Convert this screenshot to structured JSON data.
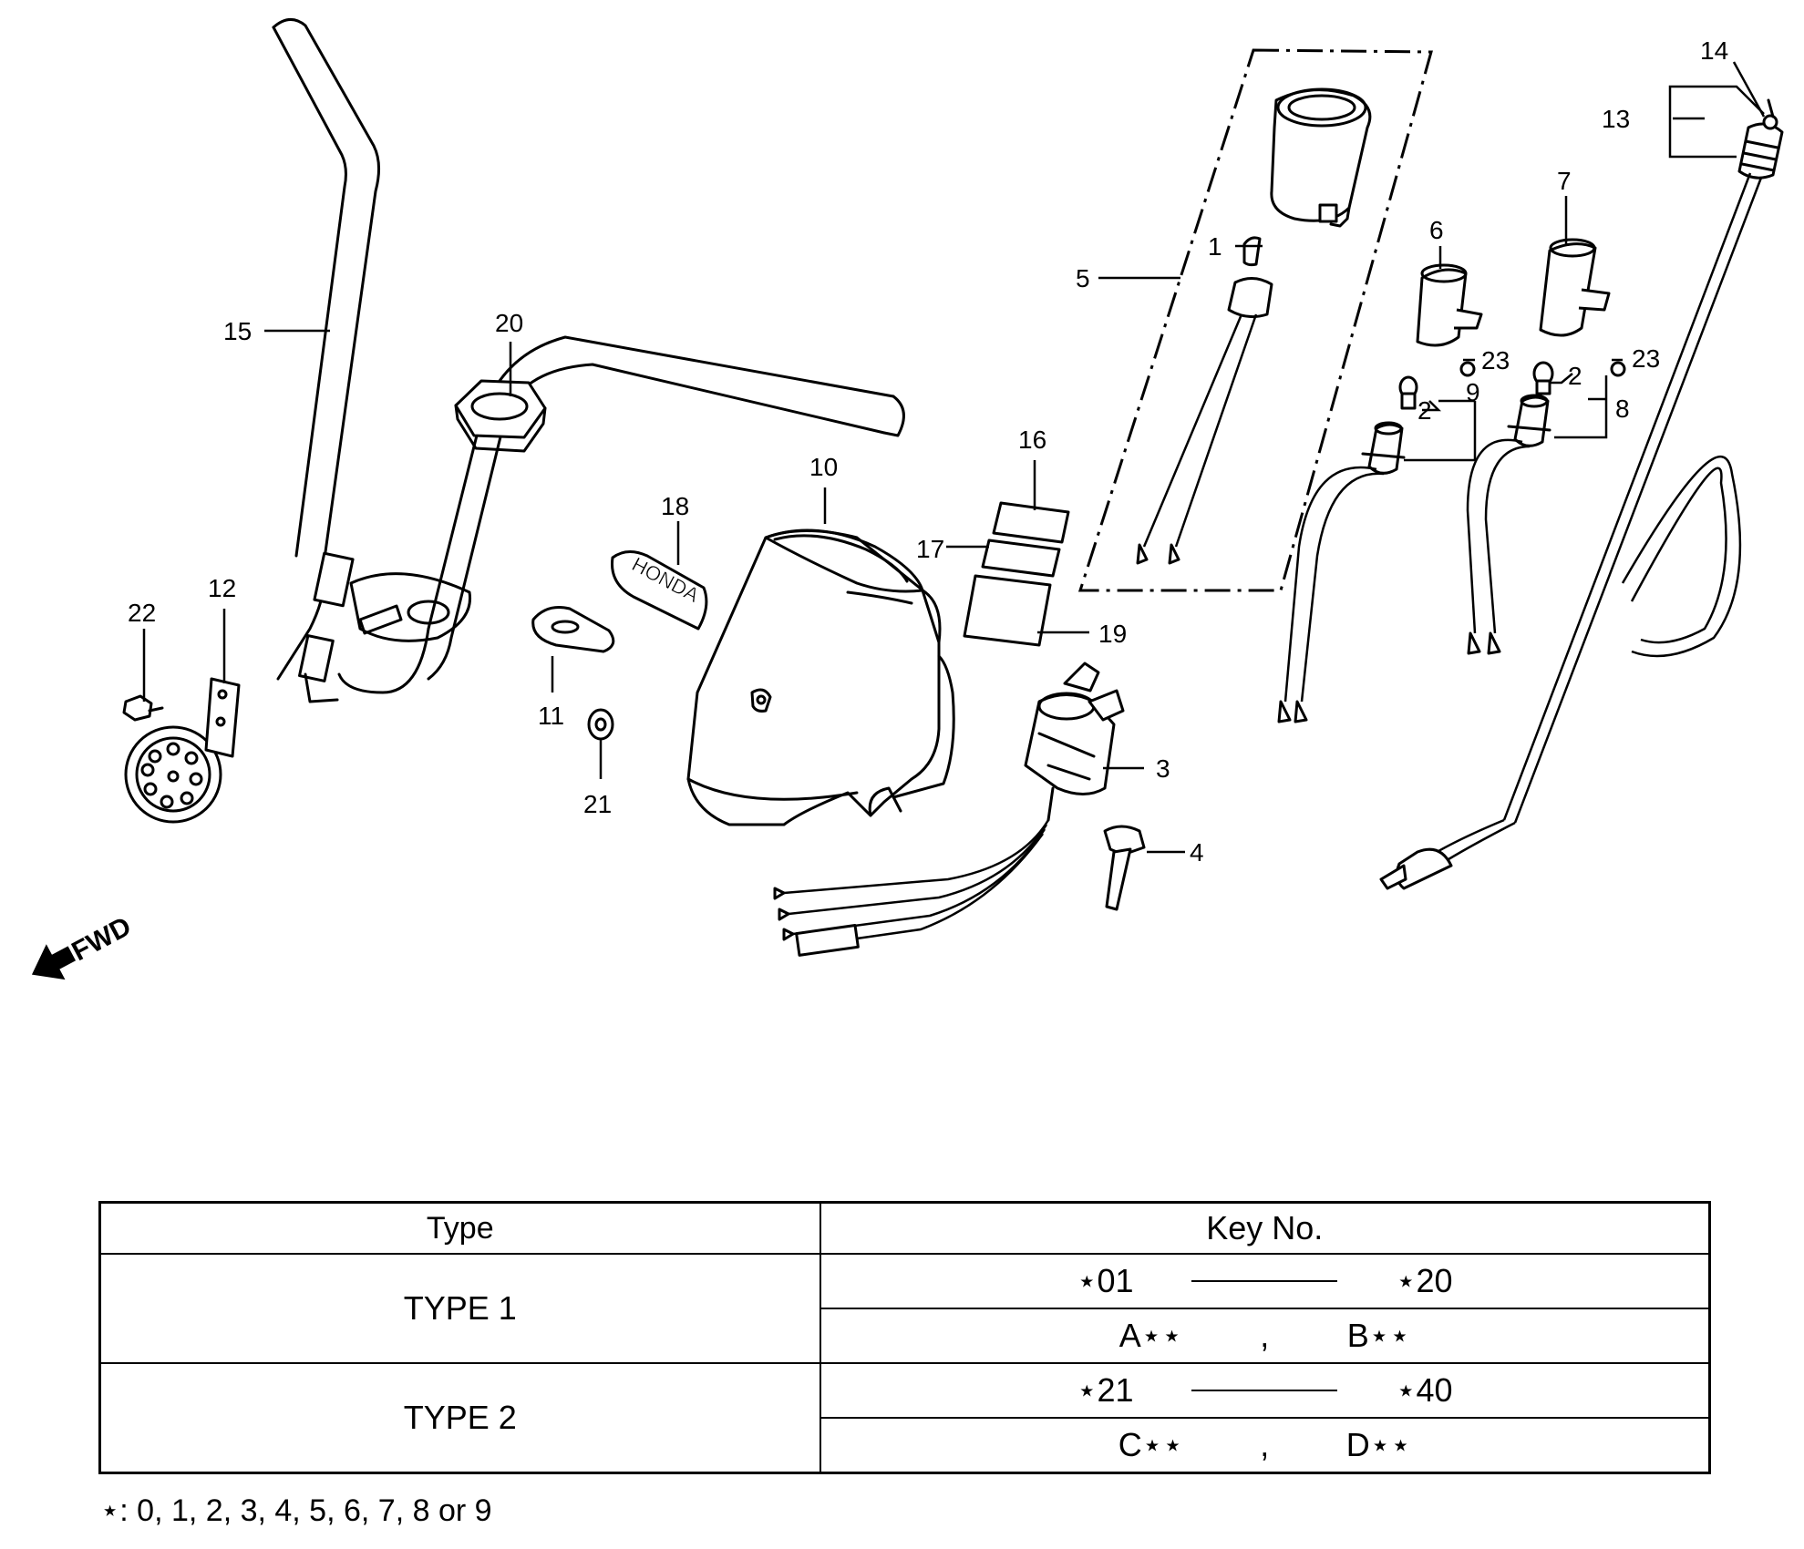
{
  "fwd_label": "FWD",
  "honda_emblem_text": "HONDA",
  "callouts": [
    "1",
    "2",
    "2",
    "3",
    "4",
    "5",
    "6",
    "7",
    "8",
    "9",
    "10",
    "11",
    "12",
    "13",
    "14",
    "15",
    "16",
    "17",
    "18",
    "19",
    "20",
    "21",
    "22",
    "23",
    "23"
  ],
  "key_table": {
    "header_type": "Type",
    "header_key": "Key No.",
    "rows": [
      {
        "type": "TYPE  1",
        "range_start": "⋆01",
        "range_end": "⋆20",
        "alt_start": "A⋆⋆",
        "alt_sep": ",",
        "alt_end": "B⋆⋆"
      },
      {
        "type": "TYPE  2",
        "range_start": "⋆21",
        "range_end": "⋆40",
        "alt_start": "C⋆⋆",
        "alt_sep": ",",
        "alt_end": "D⋆⋆"
      }
    ]
  },
  "footnote": "⋆: 0, 1, 2, 3, 4, 5, 6, 7, 8 or 9"
}
